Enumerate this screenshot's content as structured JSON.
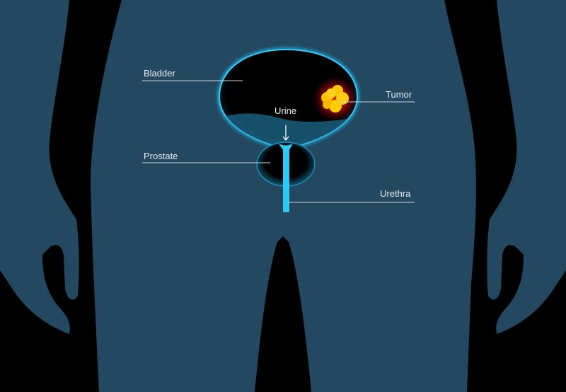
{
  "labels": {
    "bladder": "Bladder",
    "tumor": "Tumor",
    "urine": "Urine",
    "prostate": "Prostate",
    "urethra": "Urethra"
  },
  "colors": {
    "body": "#234860",
    "background": "#000000",
    "organ_outline": "#2fc4f0",
    "tumor": "#ffcc00",
    "tumor_glow": "#ff2020",
    "leader_line": "#c8d4dc"
  },
  "icons": {
    "arrow": "arrow-down-icon"
  }
}
